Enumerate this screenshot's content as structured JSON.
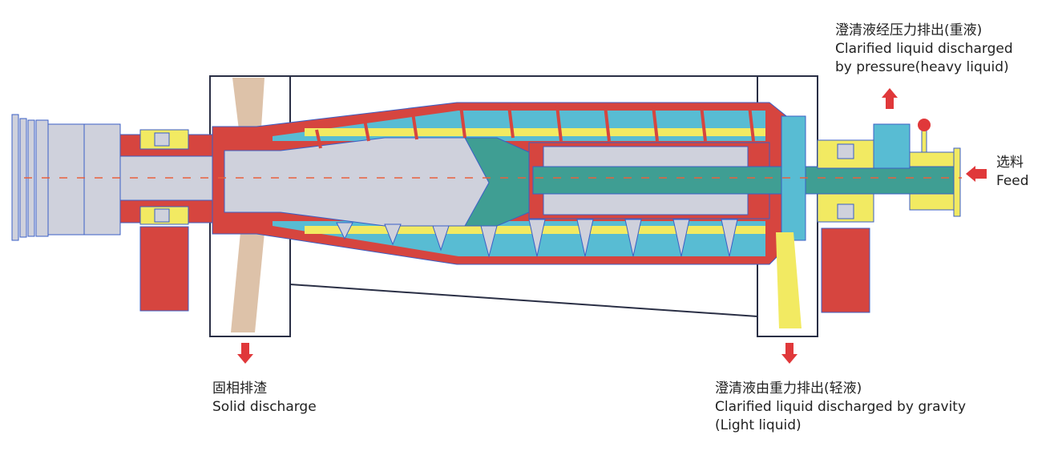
{
  "labels": {
    "heavy_liquid": {
      "cn": "澄清液经压力排出(重液)",
      "en_line1": "Clarified liquid discharged",
      "en_line2": "by pressure(heavy liquid)"
    },
    "feed": {
      "cn": "选料",
      "en": "Feed"
    },
    "solid": {
      "cn": "固相排渣",
      "en": "Solid discharge"
    },
    "light_liquid": {
      "cn": "澄清液由重力排出(轻液)",
      "en_line1": "Clarified liquid discharged by gravity",
      "en_line2": "(Light liquid)"
    }
  },
  "colors": {
    "housing_red": "#d6453f",
    "liquid_blue": "#58bcd3",
    "light_yellow": "#f2ea62",
    "rotor_gray": "#cfd1dc",
    "outline_blue": "#3b5fc6",
    "mix_teal": "#3f9e93",
    "solids": "#d7b79a",
    "arrow_red": "#e0383a"
  }
}
